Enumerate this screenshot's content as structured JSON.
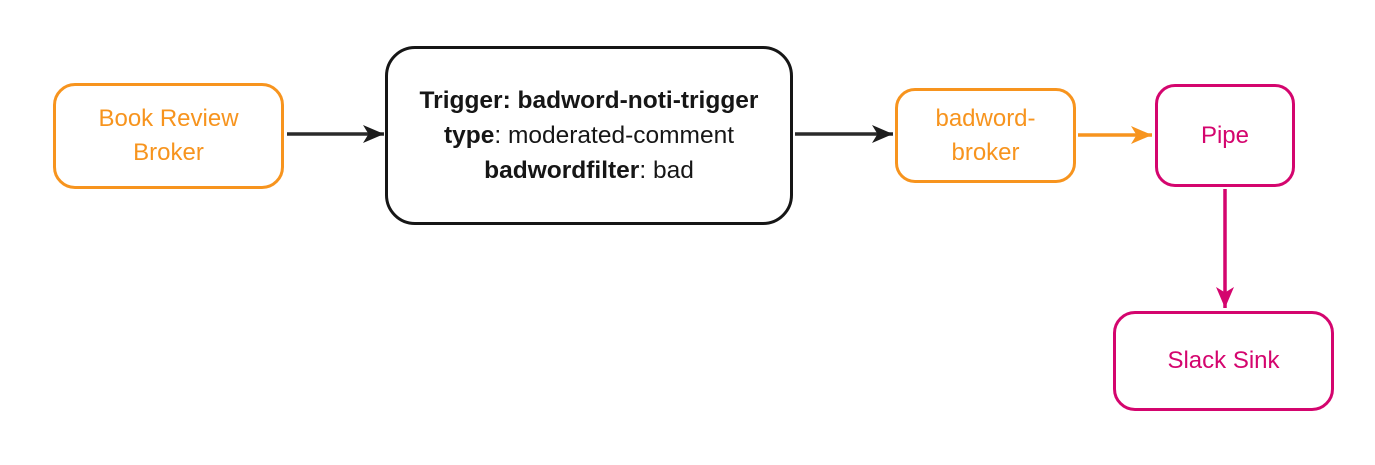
{
  "diagram": {
    "type": "event-flow",
    "colors": {
      "orange": "#F7941E",
      "pink": "#D4056E",
      "black": "#161616",
      "arrow_dark": "#2b2b2b",
      "background": "#ffffff"
    },
    "nodes": {
      "book_review_broker": {
        "lines": [
          "Book Review",
          "Broker"
        ],
        "full_label": "Book Review Broker",
        "color": "#F7941E"
      },
      "trigger": {
        "line1": "Trigger: badword-noti-trigger",
        "line2_key": "type",
        "line2_value": ": moderated-comment",
        "line3_key": "badwordfilter",
        "line3_value": ": bad",
        "color": "#161616"
      },
      "badword_broker": {
        "lines": [
          "badword-",
          "broker"
        ],
        "full_label": "badword-broker",
        "color": "#F7941E"
      },
      "pipe": {
        "label": "Pipe",
        "color": "#D4056E"
      },
      "slack_sink": {
        "label": "Slack Sink",
        "color": "#D4056E"
      }
    },
    "edges": [
      {
        "from": "book_review_broker",
        "to": "trigger",
        "color": "#2b2b2b"
      },
      {
        "from": "trigger",
        "to": "badword_broker",
        "color": "#2b2b2b"
      },
      {
        "from": "badword_broker",
        "to": "pipe",
        "color": "#F7941E"
      },
      {
        "from": "pipe",
        "to": "slack_sink",
        "color": "#D4056E"
      }
    ]
  }
}
